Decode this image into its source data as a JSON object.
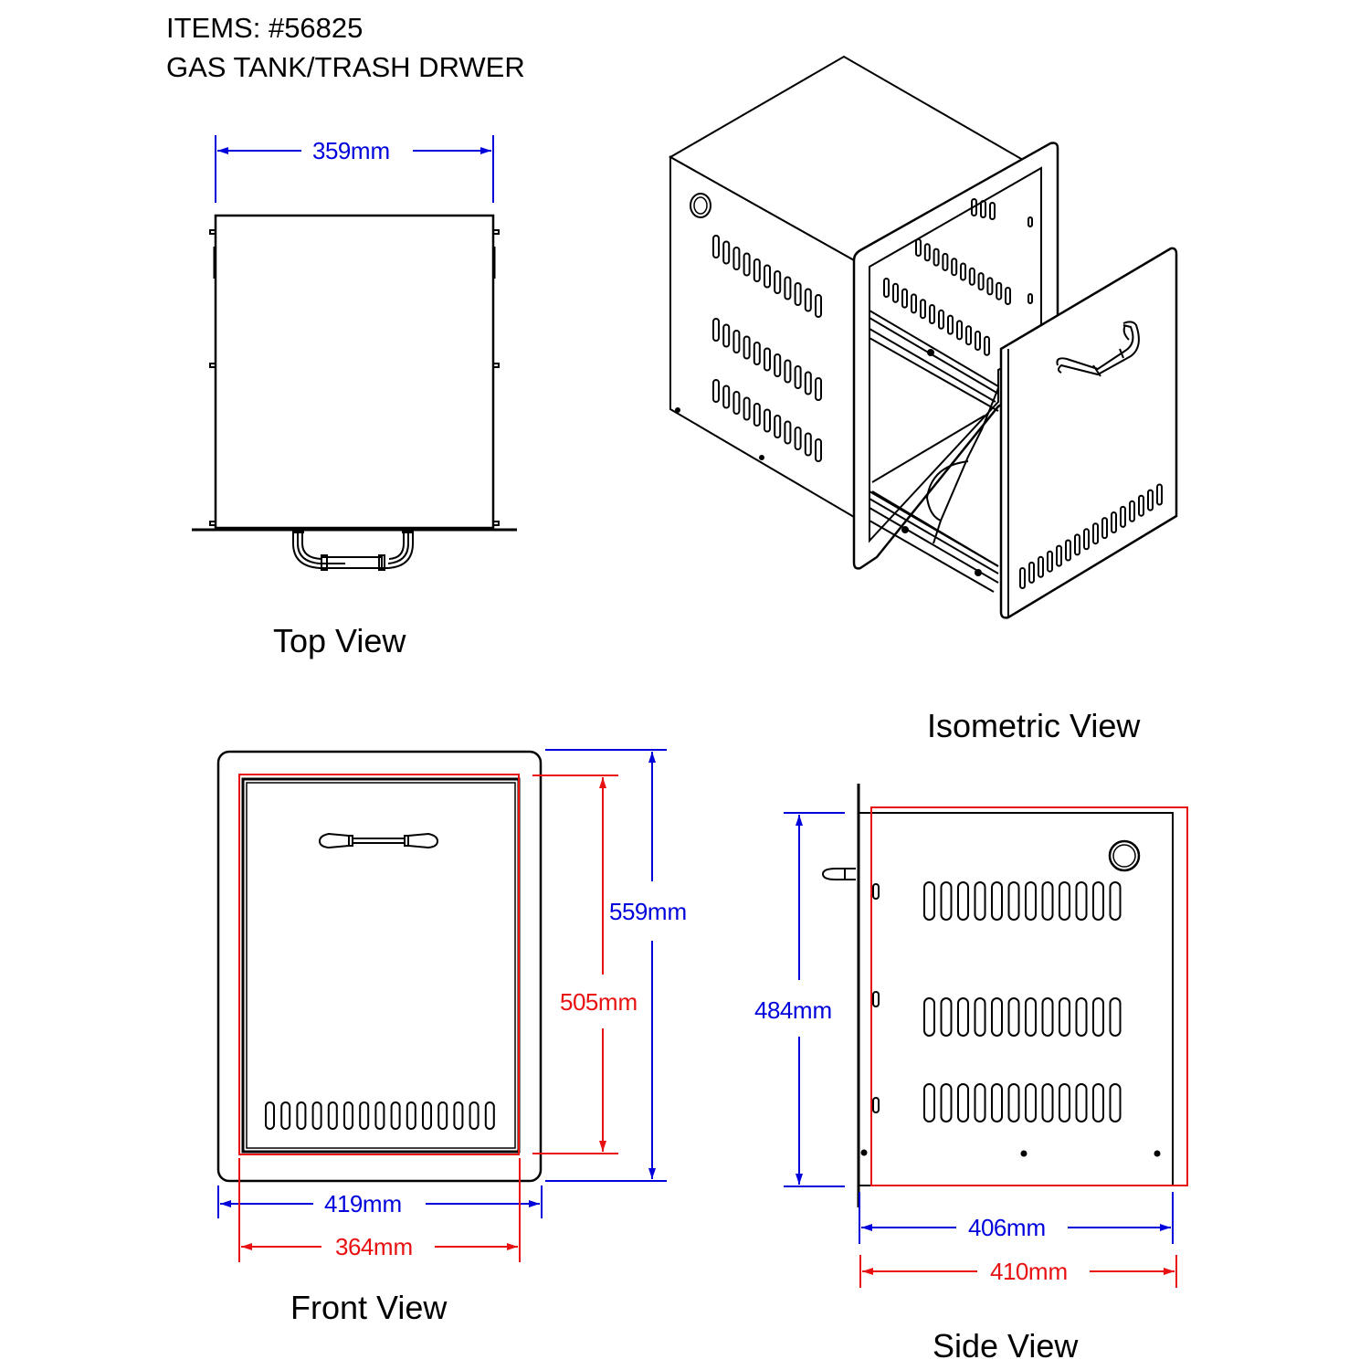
{
  "header": {
    "item_line": "ITEMS: #56825",
    "product_line": "GAS TANK/TRASH DRWER"
  },
  "views": {
    "top": {
      "label": "Top View"
    },
    "isometric": {
      "label": "Isometric View"
    },
    "front": {
      "label": "Front View"
    },
    "side": {
      "label": "Side View"
    }
  },
  "dimensions": {
    "top_width": {
      "value": "359",
      "unit": "mm",
      "color": "#0000dd"
    },
    "front_outer_height": {
      "value": "559",
      "unit": "mm",
      "color": "#0000dd"
    },
    "front_cutout_height": {
      "value": "505",
      "unit": "mm",
      "color": "#e81010"
    },
    "front_outer_width": {
      "value": "419",
      "unit": "mm",
      "color": "#0000dd"
    },
    "front_cutout_width": {
      "value": "364",
      "unit": "mm",
      "color": "#e81010"
    },
    "side_height": {
      "value": "484",
      "unit": "mm",
      "color": "#0000dd"
    },
    "side_depth": {
      "value": "406",
      "unit": "mm",
      "color": "#0000dd"
    },
    "side_overall_depth": {
      "value": "410",
      "unit": "mm",
      "color": "#e81010"
    }
  },
  "colors": {
    "line": "#000000",
    "dimension_blue": "#0000dd",
    "cutout_red": "#e81010"
  },
  "vents": {
    "front_door_slot_count": 15,
    "side_row_slot_count": 12,
    "side_row_count": 3
  }
}
